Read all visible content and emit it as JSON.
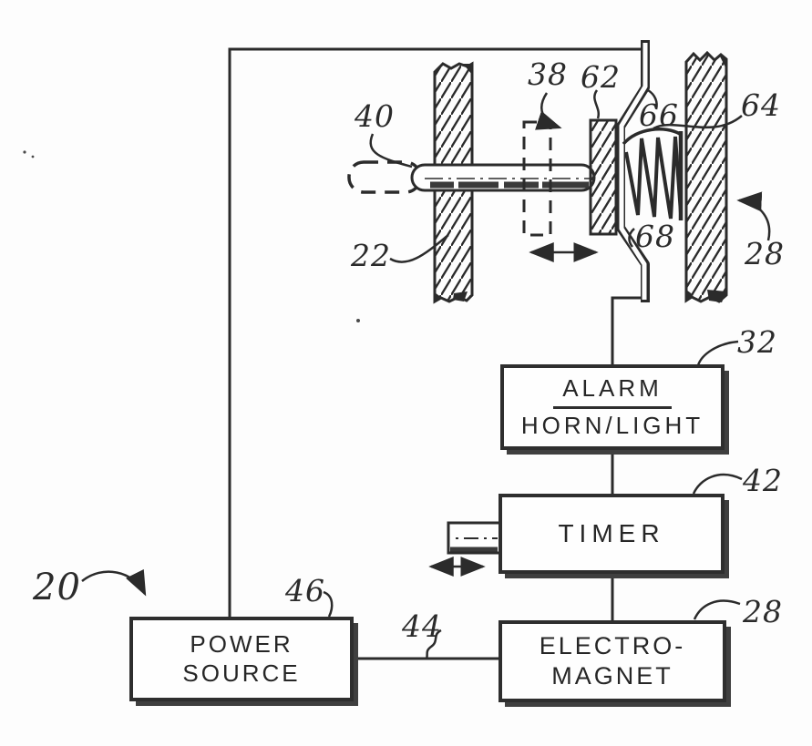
{
  "page": {
    "background": "#fdfdfd",
    "ink": "#2b2b2b",
    "shadow": "#3f3f3f"
  },
  "boxes": {
    "alarm": {
      "line1": "ALARM",
      "line2": "HORN/LIGHT"
    },
    "timer": {
      "label": "TIMER"
    },
    "electromagnet": {
      "line1": "ELECTRO-",
      "line2": "MAGNET"
    },
    "power_source": {
      "line1": "POWER",
      "line2": "SOURCE"
    }
  },
  "labels": {
    "l20": "20",
    "l22": "22",
    "l28_wall": "28",
    "l28_box": "28",
    "l32": "32",
    "l38": "38",
    "l40": "40",
    "l42": "42",
    "l44": "44",
    "l46": "46",
    "l62": "62",
    "l64": "64",
    "l66": "66",
    "l68": "68"
  }
}
